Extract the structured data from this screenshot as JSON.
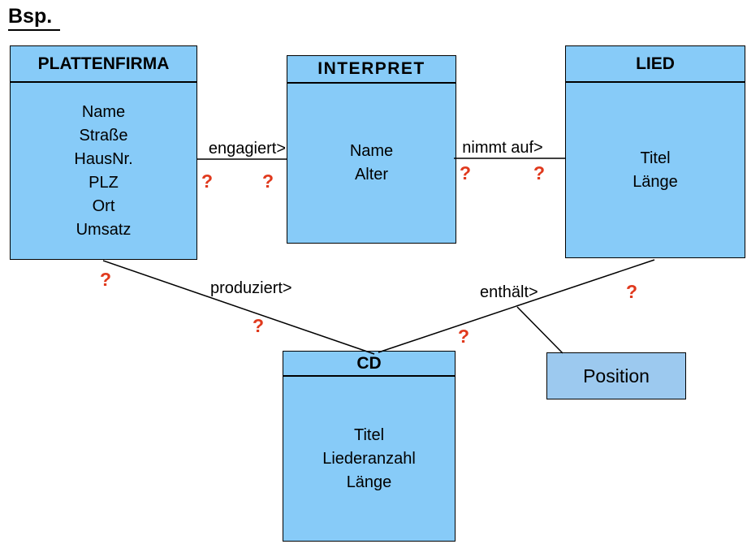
{
  "page": {
    "heading": "Bsp. "
  },
  "colors": {
    "entity_fill": "#87CBF8",
    "attribute_box_fill": "#9CC9EF",
    "border": "#000000",
    "question_mark": "#E0391D"
  },
  "entities": {
    "plattenfirma": {
      "name": "PLATTENFIRMA",
      "attributes": [
        "Name",
        "Straße",
        "HausNr.",
        "PLZ",
        "Ort",
        "Umsatz"
      ]
    },
    "interpret": {
      "name": "INTERPRET",
      "attributes": [
        "Name",
        "Alter"
      ]
    },
    "lied": {
      "name": "LIED",
      "attributes": [
        "Titel",
        "Länge"
      ]
    },
    "cd": {
      "name": "CD",
      "attributes": [
        "Titel",
        "Liederanzahl",
        "Länge"
      ]
    }
  },
  "attribute_box": {
    "label": "Position"
  },
  "relationships": {
    "engagiert": {
      "label": "engagiert>",
      "from": "PLATTENFIRMA",
      "to": "INTERPRET",
      "cardinality_left": "?",
      "cardinality_right": "?"
    },
    "nimmt_auf": {
      "label": "nimmt auf>",
      "from": "INTERPRET",
      "to": "LIED",
      "cardinality_left": "?",
      "cardinality_right": "?"
    },
    "produziert": {
      "label": "produziert>",
      "from": "PLATTENFIRMA",
      "to": "CD",
      "cardinality_left": "?",
      "cardinality_right": "?"
    },
    "enthaelt": {
      "label": "enthält>",
      "from": "LIED",
      "to": "CD",
      "cardinality_left": "?",
      "cardinality_right": "?"
    }
  }
}
